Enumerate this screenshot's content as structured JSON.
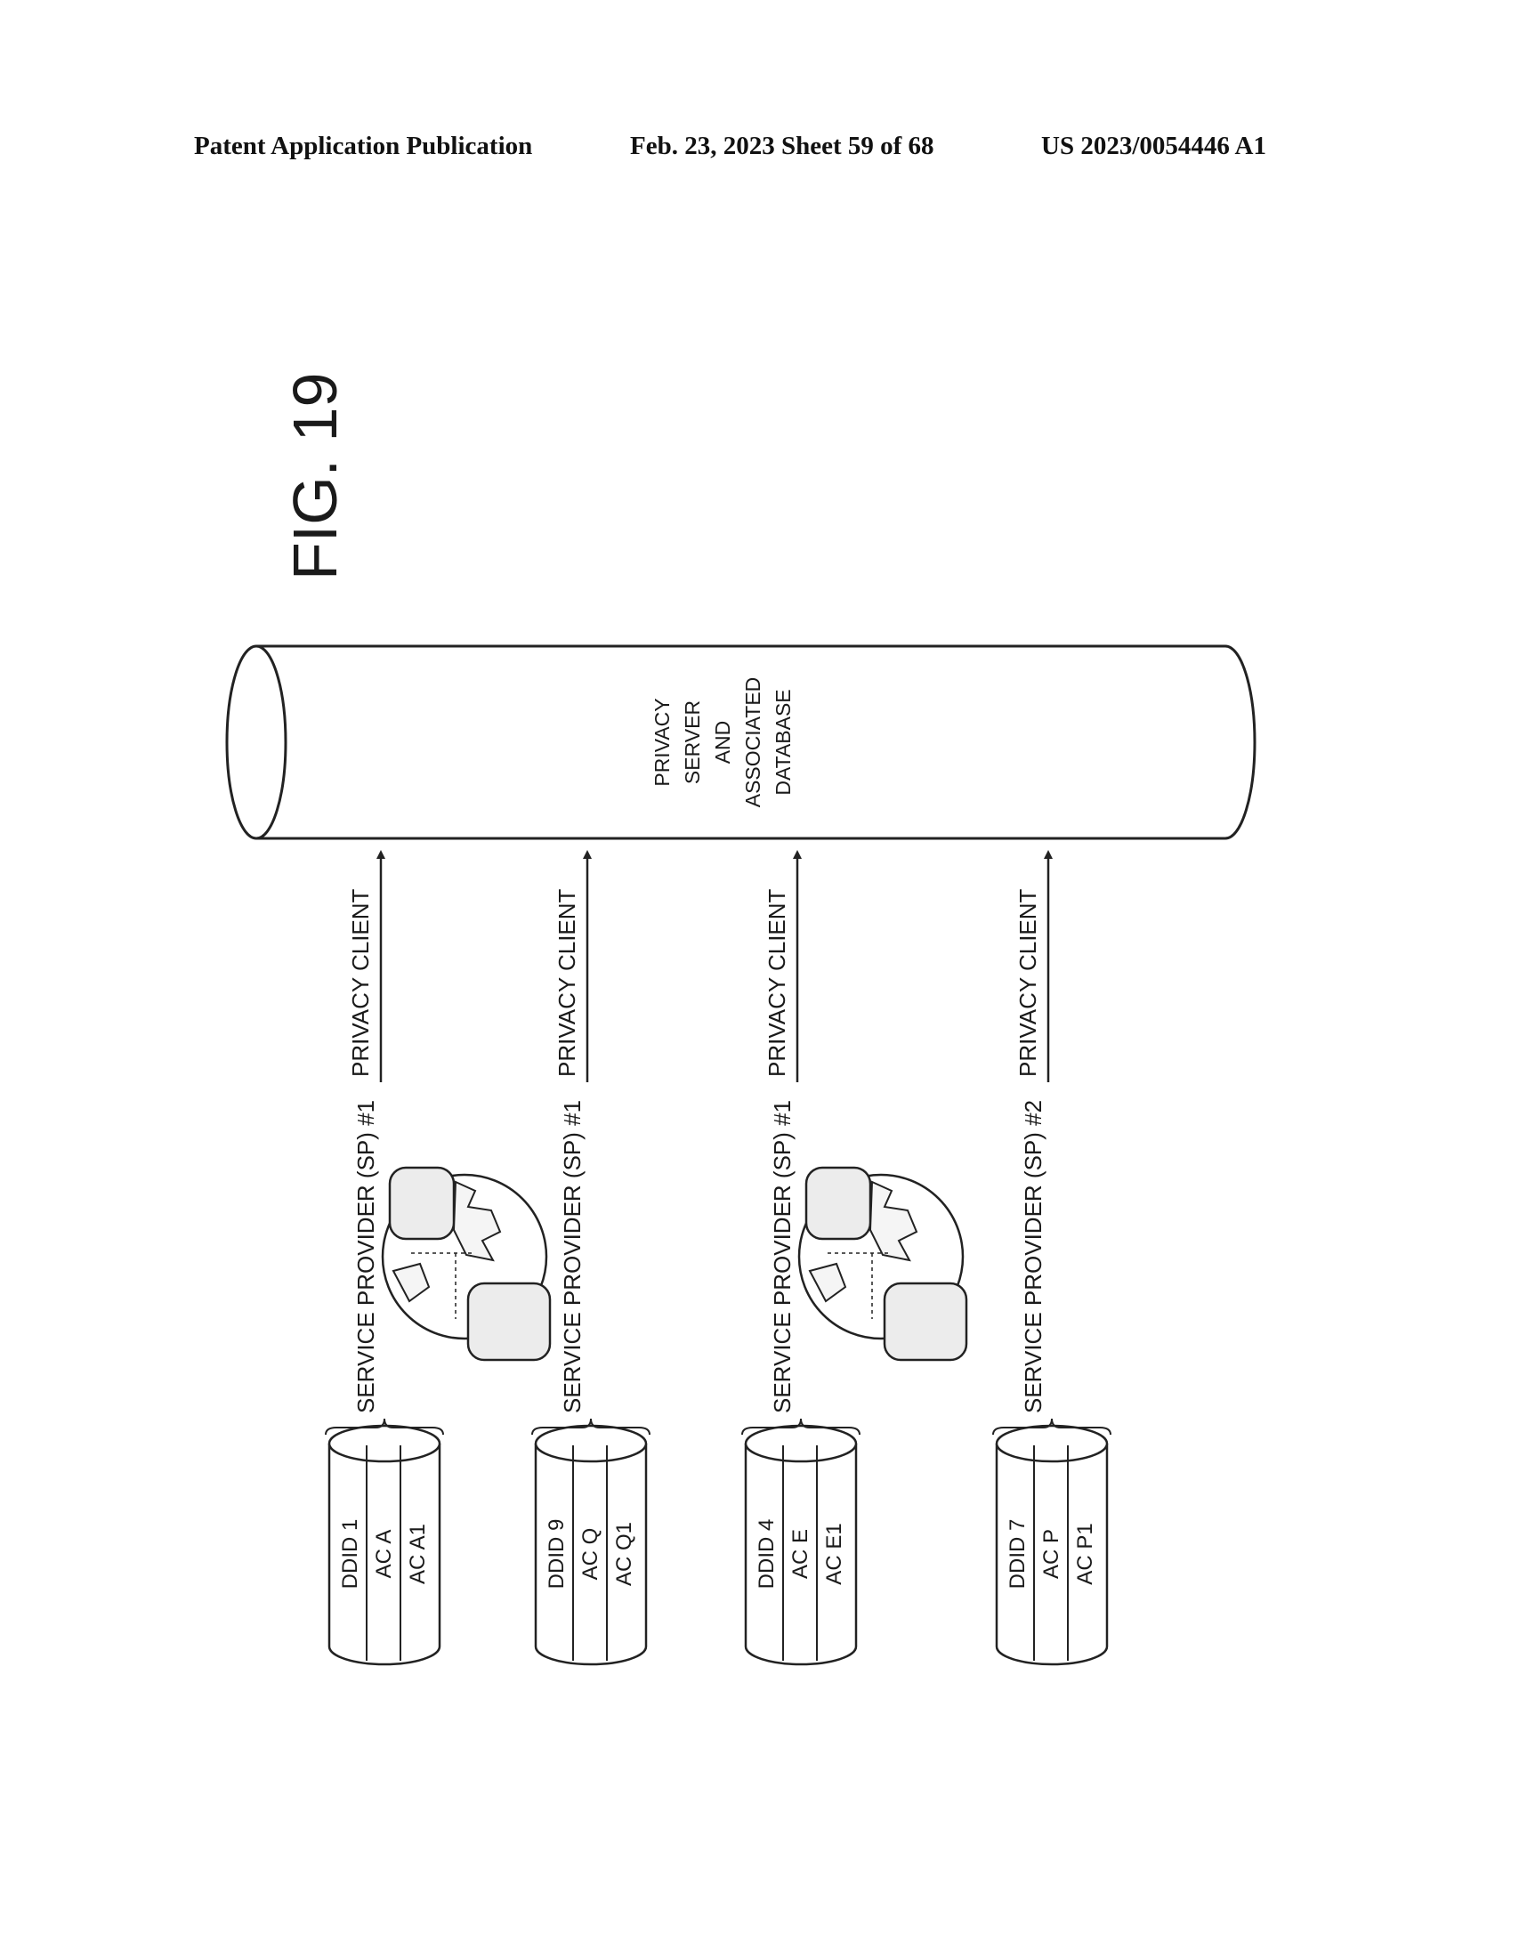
{
  "header": {
    "publication": "Patent Application Publication",
    "date_sheet": "Feb. 23, 2023  Sheet 59 of 68",
    "number": "US 2023/0054446 A1"
  },
  "figure": {
    "label": "FIG. 19",
    "server_lines": [
      "PRIVACY",
      "SERVER",
      "AND",
      "ASSOCIATED",
      "DATABASE"
    ],
    "rows": [
      {
        "db_segments": [
          "DDID 1",
          "AC A",
          "AC A1"
        ],
        "provider": "SERVICE PROVIDER (SP) #1",
        "client": "PRIVACY CLIENT",
        "has_globe": true
      },
      {
        "db_segments": [
          "DDID 9",
          "AC Q",
          "AC Q1"
        ],
        "provider": "SERVICE PROVIDER (SP) #1",
        "client": "PRIVACY CLIENT",
        "has_globe": false
      },
      {
        "db_segments": [
          "DDID 4",
          "AC E",
          "AC E1"
        ],
        "provider": "SERVICE PROVIDER (SP) #1",
        "client": "PRIVACY CLIENT",
        "has_globe": true
      },
      {
        "db_segments": [
          "DDID 7",
          "AC P",
          "AC P1"
        ],
        "provider": "SERVICE PROVIDER (SP) #2",
        "client": "PRIVACY CLIENT",
        "has_globe": false
      }
    ]
  }
}
